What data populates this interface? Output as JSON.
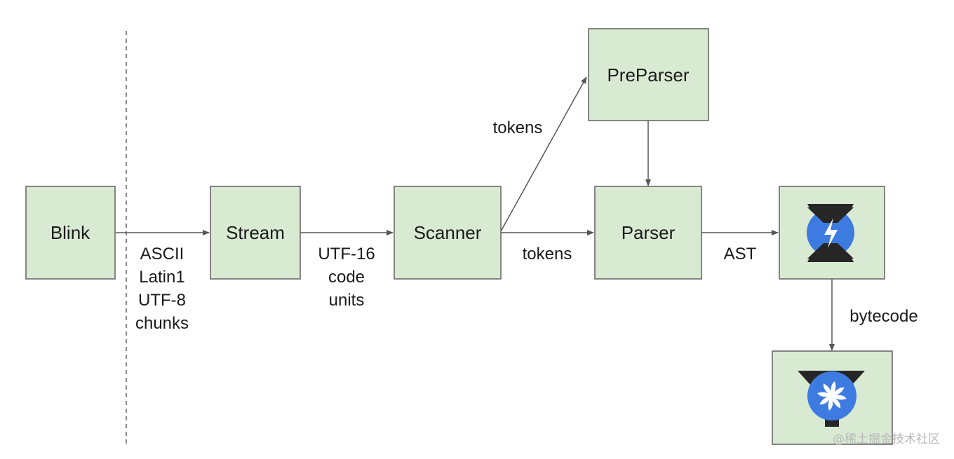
{
  "nodes": {
    "blink": "Blink",
    "stream": "Stream",
    "scanner": "Scanner",
    "preparser": "PreParser",
    "parser": "Parser"
  },
  "icons": {
    "ignition": "ignition-lightning-icon",
    "turbofan": "turbofan-fan-icon"
  },
  "labels": {
    "encodings": [
      "ASCII",
      "Latin1",
      "UTF-8",
      "chunks"
    ],
    "code_units": [
      "UTF-16",
      "code",
      "units"
    ],
    "tokens_up": "tokens",
    "tokens_right": "tokens",
    "ast": "AST",
    "bytecode": "bytecode"
  },
  "colors": {
    "box_fill": "#d9ead3",
    "icon_blue": "#3d7be0",
    "icon_dark": "#262626"
  },
  "watermark": "@稀土掘金技术社区"
}
